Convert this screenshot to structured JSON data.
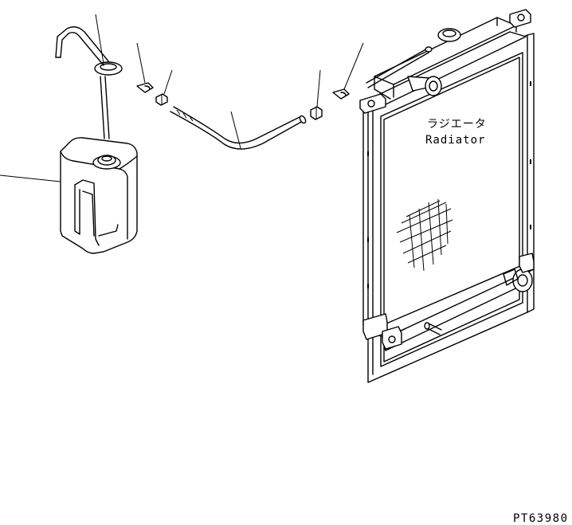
{
  "labels": {
    "radiator_jp": "ラジエータ",
    "radiator_en": "Radiator"
  },
  "figure_code": "PT63980"
}
